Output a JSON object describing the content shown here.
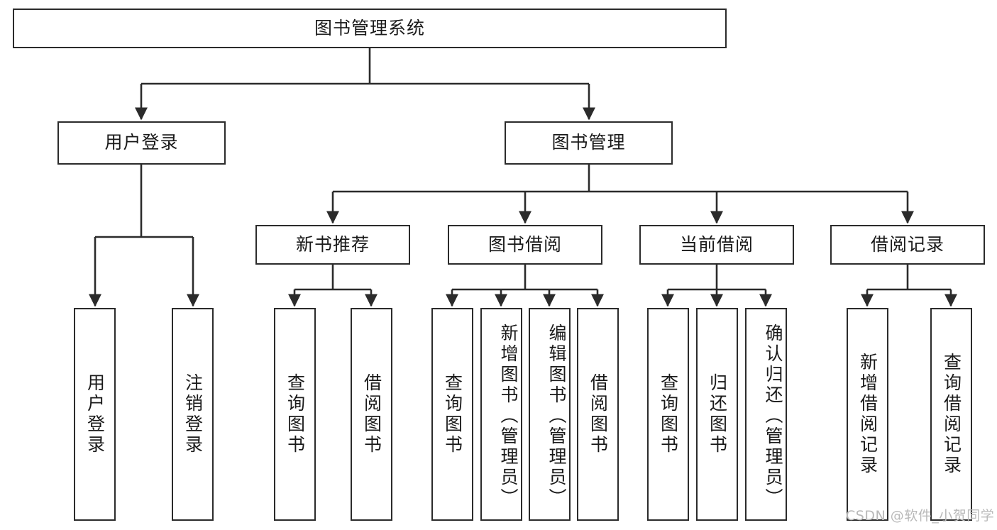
{
  "diagram": {
    "title": "图书管理系统",
    "type": "tree-hierarchy",
    "orientation": "top-down",
    "line_color": "#2b2b2b",
    "box_fill": "#ffffff",
    "text_color": "#1a1a1a",
    "watermark": "CSDN @软件_小贺同学",
    "watermark_color": "#b9b9b9"
  },
  "root": {
    "label": "图书管理系统"
  },
  "level2": [
    {
      "label": "用户登录"
    },
    {
      "label": "图书管理"
    }
  ],
  "level3": [
    {
      "label": "新书推荐"
    },
    {
      "label": "图书借阅"
    },
    {
      "label": "当前借阅"
    },
    {
      "label": "借阅记录"
    }
  ],
  "leaves": {
    "user_login": [
      {
        "label": "用户登录"
      },
      {
        "label": "注销登录"
      }
    ],
    "new_book_recommend": [
      {
        "label": "查询图书"
      },
      {
        "label": "借阅图书"
      }
    ],
    "book_borrow": [
      {
        "label": "查询图书"
      },
      {
        "label": "新增图书（管理员）"
      },
      {
        "label": "编辑图书（管理员）"
      },
      {
        "label": "借阅图书"
      }
    ],
    "current_borrow": [
      {
        "label": "查询图书"
      },
      {
        "label": "归还图书"
      },
      {
        "label": "确认归还（管理员）"
      }
    ],
    "borrow_record": [
      {
        "label": "新增借阅记录"
      },
      {
        "label": "查询借阅记录"
      }
    ]
  }
}
